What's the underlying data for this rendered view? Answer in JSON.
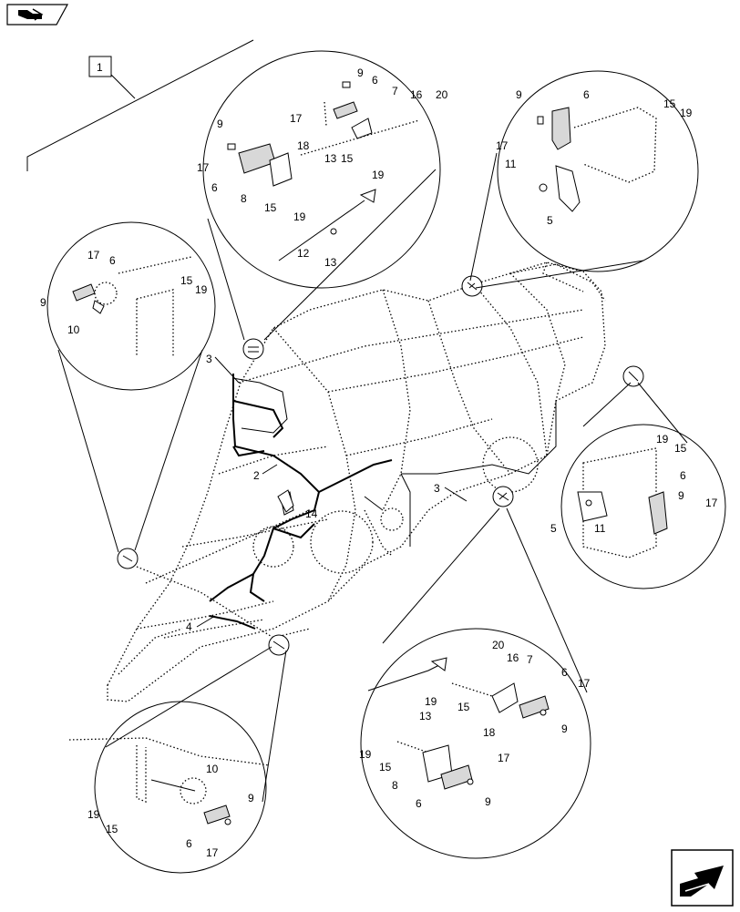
{
  "labels": {
    "ref_main": "1",
    "detail_top_center": [
      "9",
      "6",
      "7",
      "16",
      "20",
      "17",
      "18",
      "15",
      "19",
      "9",
      "17",
      "6",
      "13",
      "8",
      "15",
      "19",
      "12",
      "13"
    ],
    "detail_top_right": [
      "9",
      "6",
      "15",
      "19",
      "17",
      "11",
      "5"
    ],
    "detail_left": [
      "17",
      "6",
      "15",
      "19",
      "9",
      "10"
    ],
    "detail_right": [
      "19",
      "15",
      "6",
      "9",
      "17",
      "5",
      "11"
    ],
    "detail_bottom_center": [
      "20",
      "16",
      "7",
      "6",
      "17",
      "19",
      "15",
      "18",
      "9",
      "13",
      "19",
      "15",
      "17",
      "8",
      "6",
      "9"
    ],
    "detail_bottom_left": [
      "10",
      "9",
      "19",
      "15",
      "6",
      "17"
    ],
    "machine": [
      "3",
      "2",
      "14",
      "3",
      "4"
    ]
  },
  "icons": {
    "top_left": "diagram-nav-icon",
    "bottom_right": "next-page-arrow-icon"
  }
}
